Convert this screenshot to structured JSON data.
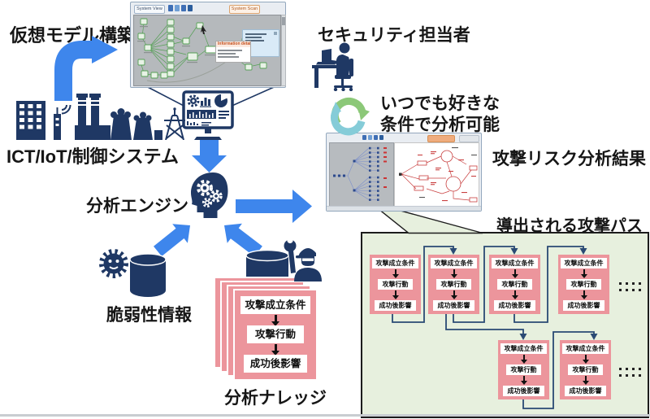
{
  "labels": {
    "virtual_model": "仮想モデル構築",
    "ict_iot": "ICT/IoT/制御システム",
    "security_officer": "セキュリティ担当者",
    "anytime_line1": "いつでも好きな",
    "anytime_line2": "条件で分析可能",
    "analysis_engine": "分析エンジン",
    "vuln_info": "脆弱性情報",
    "analysis_knowledge": "分析ナレッジ",
    "attack_result": "攻撃リスク分析結果",
    "derived_paths": "導出される攻撃パス"
  },
  "attack_card_steps": [
    "攻撃成立条件",
    "攻撃行動",
    "成功後影響"
  ],
  "system_view_window": {
    "view_button": "System View",
    "scan_button": "System Scan",
    "tooltip_title": "Information detail"
  },
  "colors": {
    "icon_navy": "#1f3864",
    "arrow_blue": "#3e86ec",
    "card_pink": "#ec959c",
    "box_green_bg": "#e7f0de",
    "node_green": "#55a055",
    "cycle_green": "#8cc878",
    "cycle_teal": "#85ccd8",
    "graph_red": "#c94040",
    "tree_blue": "#7c90cc"
  }
}
